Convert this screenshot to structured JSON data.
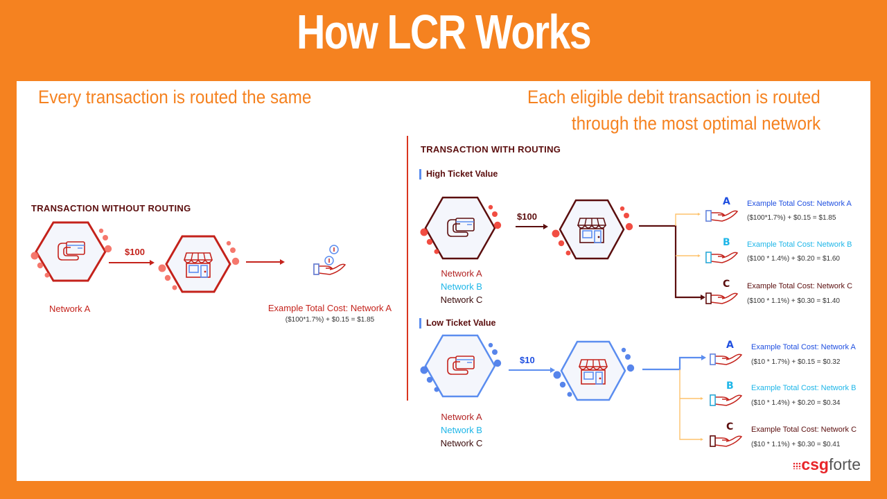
{
  "title": "How LCR Works",
  "left": {
    "subtitle": "Every transaction is routed the same",
    "section_title": "TRANSACTION WITHOUT ROUTING",
    "amount": "$100",
    "network": "Network A",
    "cost_heading": "Example Total Cost: Network A",
    "cost_formula": "($100*1.7%) + $0.15 = $1.85"
  },
  "right": {
    "subtitle_line1": "Each eligible debit transaction is routed",
    "subtitle_line2": "through the most optimal network",
    "section_title": "TRANSACTION WITH ROUTING",
    "high": {
      "label": "High Ticket Value",
      "amount": "$100",
      "networks": [
        "Network A",
        "Network B",
        "Network C"
      ],
      "selected": "C",
      "options": [
        {
          "letter": "A",
          "heading": "Example Total Cost: Network A",
          "formula": "($100*1.7%) + $0.15 = $1.85"
        },
        {
          "letter": "B",
          "heading": "Example Total Cost: Network B",
          "formula": "($100 * 1.4%) + $0.20 = $1.60"
        },
        {
          "letter": "C",
          "heading": "Example Total Cost: Network C",
          "formula": "($100 * 1.1%) + $0.30 = $1.40"
        }
      ]
    },
    "low": {
      "label": "Low Ticket Value",
      "amount": "$10",
      "networks": [
        "Network A",
        "Network B",
        "Network C"
      ],
      "selected": "A",
      "options": [
        {
          "letter": "A",
          "heading": "Example Total Cost: Network A",
          "formula": "($10 * 1.7%) + $0.15 = $0.32"
        },
        {
          "letter": "B",
          "heading": "Example Total Cost: Network B",
          "formula": "($10 * 1.4%) + $0.20 = $0.34"
        },
        {
          "letter": "C",
          "heading": "Example Total Cost: Network C",
          "formula": "($10 * 1.1%) + $0.30 = $0.41"
        }
      ]
    }
  },
  "logo": {
    "part1": "csg",
    "part2": "forte"
  },
  "colors": {
    "orange": "#F58220",
    "red": "#C4221B",
    "maroon": "#5B0E0E",
    "blue": "#5B8DEF",
    "network_a": "#B22222",
    "network_b": "#1EB6E8",
    "network_c": "#3A0A0A",
    "letter_a": "#1F4FE0",
    "letter_b": "#1EB6E8",
    "letter_c": "#5B0E0E",
    "branch": "#FDC26B"
  }
}
